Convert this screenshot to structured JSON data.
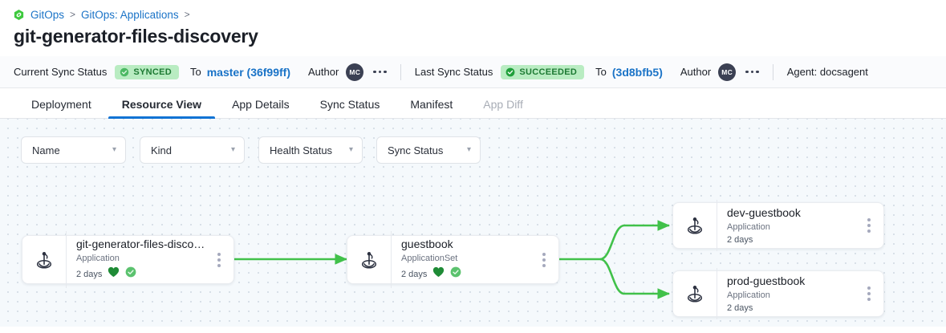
{
  "breadcrumb": {
    "logo_icon": "gitops-hexagon-logo",
    "items": [
      {
        "label": "GitOps",
        "sep": ">"
      },
      {
        "label": "GitOps: Applications",
        "sep": ">"
      }
    ]
  },
  "page_title": "git-generator-files-discovery",
  "status_bar": {
    "current": {
      "label": "Current Sync Status",
      "badge": {
        "text": "SYNCED",
        "icon": "check-circle-icon",
        "bg": "#b9ecc2",
        "fg": "#1d7a33"
      },
      "to_word": "To",
      "revision": "master (36f99ff)",
      "author_word": "Author",
      "avatar_initials": "MC",
      "menu_icon": "more-horizontal-icon"
    },
    "last": {
      "label": "Last Sync Status",
      "badge": {
        "text": "SUCCEEDED",
        "icon": "check-circle-filled-icon",
        "bg": "#b9ecc2",
        "fg": "#1d7a33"
      },
      "to_word": "To",
      "revision": "(3d8bfb5)",
      "author_word": "Author",
      "avatar_initials": "MC",
      "menu_icon": "more-horizontal-icon"
    },
    "agent": "Agent:  docsagent"
  },
  "tabs": [
    {
      "label": "Deployment",
      "state": "normal"
    },
    {
      "label": "Resource View",
      "state": "active"
    },
    {
      "label": "App Details",
      "state": "normal"
    },
    {
      "label": "Sync Status",
      "state": "normal"
    },
    {
      "label": "Manifest",
      "state": "normal"
    },
    {
      "label": "App Diff",
      "state": "disabled"
    }
  ],
  "filters": [
    {
      "label": "Name",
      "chevron": "chevron-down-icon"
    },
    {
      "label": "Kind",
      "chevron": "chevron-down-icon"
    },
    {
      "label": "Health Status",
      "chevron": "chevron-down-icon"
    },
    {
      "label": "Sync Status",
      "chevron": "chevron-down-icon"
    }
  ],
  "graph": {
    "edge_color": "#41c14a",
    "nodes": [
      {
        "id": "root",
        "title": "git-generator-files-disco…",
        "kind": "Application",
        "age": "2 days",
        "icon": "argo-app-icon",
        "health_icon": "heart-icon",
        "sync_icon": "check-circle-icon",
        "has_status_icons": true
      },
      {
        "id": "appset",
        "title": "guestbook",
        "kind": "ApplicationSet",
        "age": "2 days",
        "icon": "argo-app-icon",
        "health_icon": "heart-icon",
        "sync_icon": "check-circle-icon",
        "has_status_icons": true
      },
      {
        "id": "dev",
        "title": "dev-guestbook",
        "kind": "Application",
        "age": "2 days",
        "icon": "argo-app-icon",
        "has_status_icons": false
      },
      {
        "id": "prod",
        "title": "prod-guestbook",
        "kind": "Application",
        "age": "2 days",
        "icon": "argo-app-icon",
        "has_status_icons": false
      }
    ]
  },
  "colors": {
    "link": "#1a73c7",
    "tab_active_underline": "#1273d4",
    "edge_green": "#41c14a",
    "health_green": "#1f8b36",
    "sync_green": "#5bc26e",
    "canvas_bg": "#f5f9fc"
  }
}
